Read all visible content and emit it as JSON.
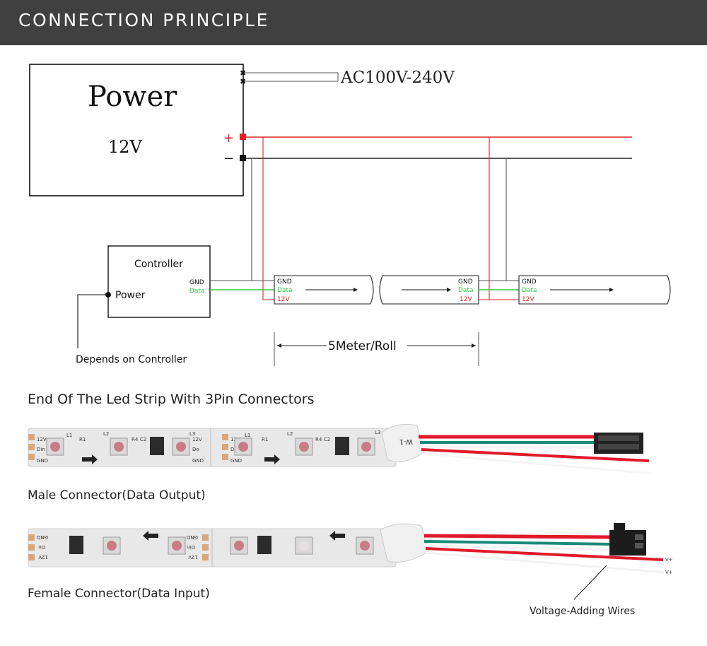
{
  "header": {
    "title": "CONNECTION PRINCIPLE",
    "background": "#404040"
  },
  "power_supply": {
    "title": "Power",
    "voltage": "12V",
    "plus": "+",
    "minus": "−"
  },
  "mains": {
    "label": "AC100V-240V"
  },
  "controller": {
    "title": "Controller",
    "gnd": "GND",
    "data": "Data",
    "power": "Power"
  },
  "depends_note": "Depends on Controller",
  "strips": [
    {
      "gnd": "GND",
      "data": "Data",
      "v12": "12V"
    },
    {
      "gnd": "GND",
      "data": "Data",
      "v12": "12V"
    },
    {
      "gnd": "GND",
      "data": "Data",
      "v12": "12V"
    }
  ],
  "dimension": {
    "label": "5Meter/Roll"
  },
  "section_title": "End Of The Led Strip With 3Pin Connectors",
  "male_caption": "Male Connector(Data Output)",
  "female_caption": "Female Connector(Data Input)",
  "voltage_wires_label": "Voltage-Adding Wires",
  "pcb_labels": {
    "v12": "12V",
    "din": "Din",
    "gnd": "GND",
    "do": "Do",
    "l1": "L1",
    "l2": "L2",
    "l3": "L3",
    "r1": "R1",
    "r4": "R4",
    "c2": "C2",
    "cable_mark": "W-1",
    "wire_mark": "V+"
  },
  "colors": {
    "positive": "#e02020",
    "ground": "#111111",
    "data": "#2ecc40",
    "strip_body": "#e8e8e8",
    "pad": "#d9a77a"
  }
}
